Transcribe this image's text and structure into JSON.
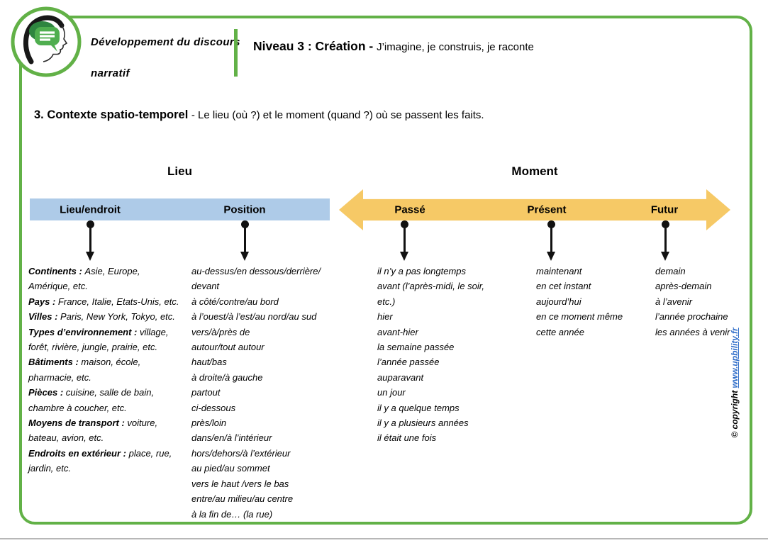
{
  "header": {
    "logo_icon": "head-speech-bubble-icon",
    "series_title_line1": "Développement du discours",
    "series_title_line2": "narratif",
    "level_title": "Niveau 3 : Création - ",
    "level_subtitle": "J’imagine, je construis, je raconte"
  },
  "section": {
    "title": "3. Contexte spatio-temporel ",
    "description": "- Le lieu (où ?) et le moment (quand ?) où se passent les faits."
  },
  "lieu": {
    "title": "Lieu",
    "columns": [
      {
        "header": "Lieu/endroit",
        "items": [
          {
            "label": "Continents :",
            "text": "Asie, Europe,"
          },
          {
            "text": "Amérique, etc."
          },
          {
            "label": "Pays :",
            "text": "France, Italie, Etats-Unis, etc."
          },
          {
            "label": "Villes :",
            "text": "Paris, New York, Tokyo, etc."
          },
          {
            "label": "Types d’environnement :",
            "text": "village,"
          },
          {
            "text": "forêt, rivière, jungle, prairie, etc."
          },
          {
            "label": "Bâtiments :",
            "text": "maison, école,"
          },
          {
            "text": "pharmacie, etc."
          },
          {
            "label": "Pièces :",
            "text": "cuisine, salle de bain,"
          },
          {
            "text": "chambre à coucher, etc."
          },
          {
            "label": "Moyens de transport :",
            "text": "voiture,"
          },
          {
            "text": "bateau, avion, etc."
          },
          {
            "label": "Endroits en extérieur :",
            "text": "place, rue,"
          },
          {
            "text": "jardin, etc."
          }
        ]
      },
      {
        "header": "Position",
        "items": [
          "au-dessus/en dessous/derrière/",
          "devant",
          "à côté/contre/au bord",
          "à l’ouest/à l’est/au nord/au sud",
          "vers/à/près de",
          "autour/tout autour",
          "haut/bas",
          "à droite/à gauche",
          "partout",
          "ci-dessous",
          "près/loin",
          "dans/en/à l’intérieur",
          "hors/dehors/à l’extérieur",
          "au pied/au sommet",
          "vers le haut /vers le bas",
          "entre/au milieu/au centre",
          "à la fin de… (la rue)"
        ]
      }
    ]
  },
  "moment": {
    "title": "Moment",
    "columns": [
      {
        "header": "Passé",
        "items": [
          "il n’y a pas longtemps",
          "avant (l’après-midi, le soir,",
          "etc.)",
          "hier",
          "avant-hier",
          "la semaine passée",
          "l’année passée",
          "auparavant",
          "un jour",
          "il y a quelque temps",
          "il y a plusieurs années",
          "il était une fois"
        ]
      },
      {
        "header": "Présent",
        "items": [
          "maintenant",
          "en cet instant",
          "aujourd’hui",
          "en ce moment même",
          "cette année"
        ]
      },
      {
        "header": "Futur",
        "items": [
          "demain",
          "après-demain",
          "à l’avenir",
          "l’année prochaine",
          "les années à venir"
        ]
      }
    ]
  },
  "copyright": {
    "prefix": "© copyright ",
    "link": "www.upbility.fr"
  },
  "colors": {
    "frame_green": "#62b147",
    "banner_blue": "#aecbe8",
    "timeline_yellow": "#f6c966",
    "link_blue": "#2f6dc9"
  },
  "icons": {
    "pin": "pin-down-arrow-icon"
  }
}
